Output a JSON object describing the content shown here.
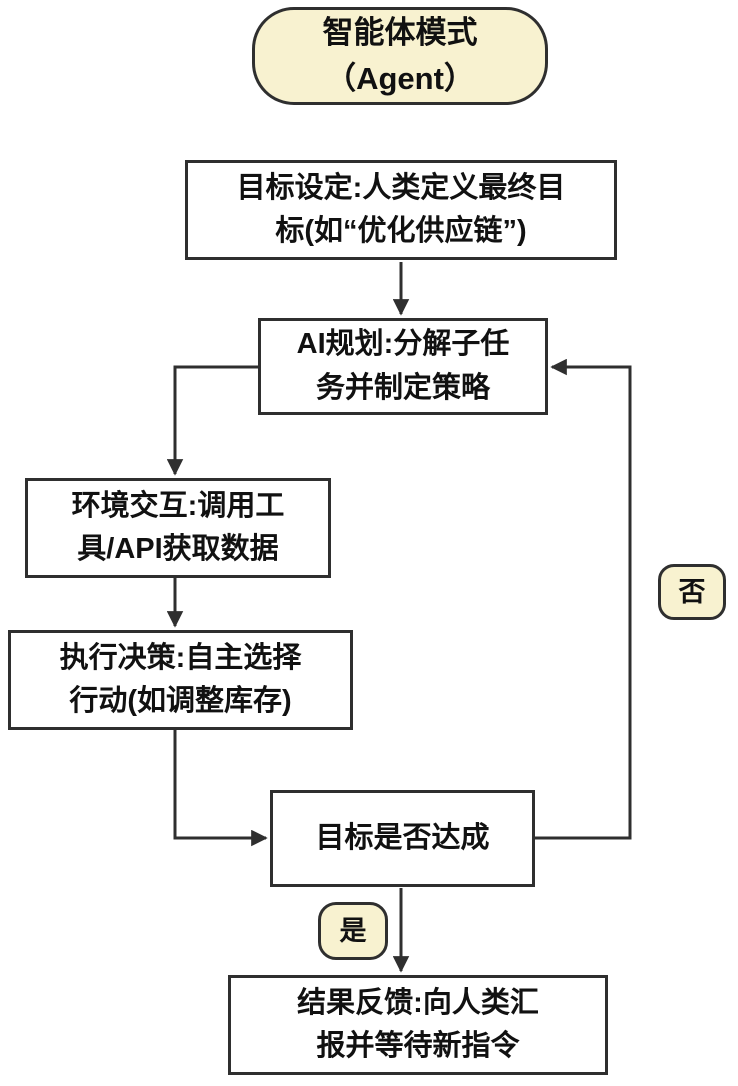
{
  "diagram": {
    "title": "智能体模式\n（Agent）",
    "nodes": {
      "goal": "目标设定:人类定义最终目\n标(如“优化供应链”)",
      "plan": "AI规划:分解子任\n务并制定策略",
      "env": "环境交互:调用工\n具/API获取数据",
      "decide": "执行决策:自主选择\n行动(如调整库存)",
      "check": "目标是否达成",
      "feedback": "结果反馈:向人类汇\n报并等待新指令"
    },
    "labels": {
      "no": "否",
      "yes": "是"
    },
    "colors": {
      "node_fill": "#ffffff",
      "pill_fill": "#f8f2d0",
      "border": "#2f2f2f",
      "text": "#111111"
    }
  }
}
